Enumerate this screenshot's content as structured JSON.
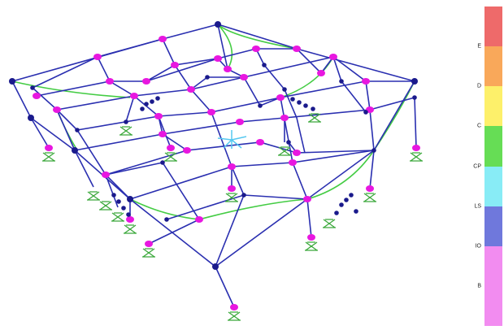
{
  "legend": {
    "levels": [
      {
        "label": "",
        "color": "#ee6a6a"
      },
      {
        "label": "E",
        "color": "#f9a85a"
      },
      {
        "label": "D",
        "color": "#fdf06a"
      },
      {
        "label": "C",
        "color": "#66dd55"
      },
      {
        "label": "CP",
        "color": "#88ecf6"
      },
      {
        "label": "LS",
        "color": "#6f78dc"
      },
      {
        "label": "IO",
        "color": "#f28cf0"
      },
      {
        "label": "B",
        "color": "#f28cf0"
      }
    ]
  },
  "colors": {
    "frame": "#2a2fb0",
    "brace": "#44cc44",
    "hinge": "#e817e0",
    "node": "#1a1a8c",
    "support": "#3aa83a",
    "highlight": "#55c8f0"
  },
  "icons": [
    "support-icon",
    "hinge-icon",
    "axis-triad-icon"
  ]
}
